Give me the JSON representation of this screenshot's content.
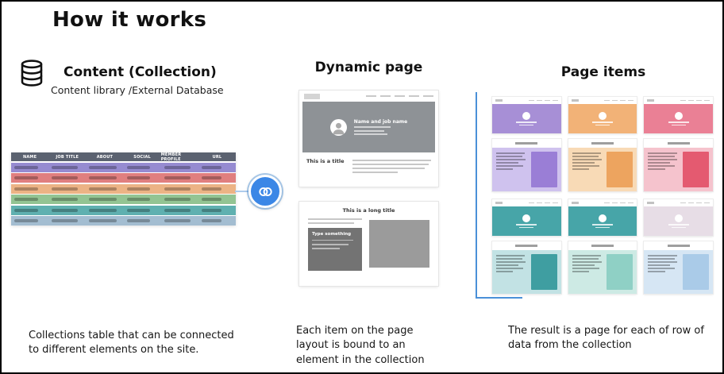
{
  "page": {
    "title": "How it works"
  },
  "collection": {
    "heading": "Content (Collection)",
    "subheading": "Content library /External Database",
    "caption": "Collections table that can be connected to different elements on the site.",
    "table": {
      "header_bg": "#5b6270",
      "headers": [
        "NAME",
        "JOB TITLE",
        "ABOUT",
        "SOCIAL",
        "MEMBER PROFILE",
        "URL"
      ],
      "rows": [
        {
          "color": "#968bd1"
        },
        {
          "color": "#e07f7f"
        },
        {
          "color": "#ecb385"
        },
        {
          "color": "#93c493"
        },
        {
          "color": "#5fb0b0"
        },
        {
          "color": "#a3bdd1"
        }
      ]
    }
  },
  "dynamic_page": {
    "heading": "Dynamic page",
    "caption": "Each item on the page layout is bound to an element in the collection",
    "page1": {
      "hero_title": "Name and job name",
      "section_title": "This is a title"
    },
    "page2": {
      "title": "This is a long title",
      "box_label": "Type something"
    }
  },
  "page_items": {
    "heading": "Page items",
    "caption": "The result is a page for each of row of data from the collection",
    "items": [
      {
        "name": "purple",
        "hero": "#a78fd6",
        "content_bg": "#cfc2ee",
        "block": "#9a7ed6"
      },
      {
        "name": "orange",
        "hero": "#f2b277",
        "content_bg": "#f8dab6",
        "block": "#eda45f"
      },
      {
        "name": "pink",
        "hero": "#ea8095",
        "content_bg": "#f5c3cd",
        "block": "#e45a70"
      },
      {
        "name": "teal",
        "hero": "#47a5a8",
        "content_bg": "#c2e2e4",
        "block": "#3f9ea1"
      },
      {
        "name": "teal-light",
        "hero": "#47a5a8",
        "content_bg": "#cdeae4",
        "block": "#8fd0c5"
      },
      {
        "name": "light-blue",
        "hero": "#e7dde6",
        "content_bg": "#d6e6f4",
        "block": "#aacbe8"
      }
    ]
  },
  "connector": {
    "accent": "#3b87e6",
    "line": "#4a90d8",
    "line_light": "#aecbec"
  }
}
